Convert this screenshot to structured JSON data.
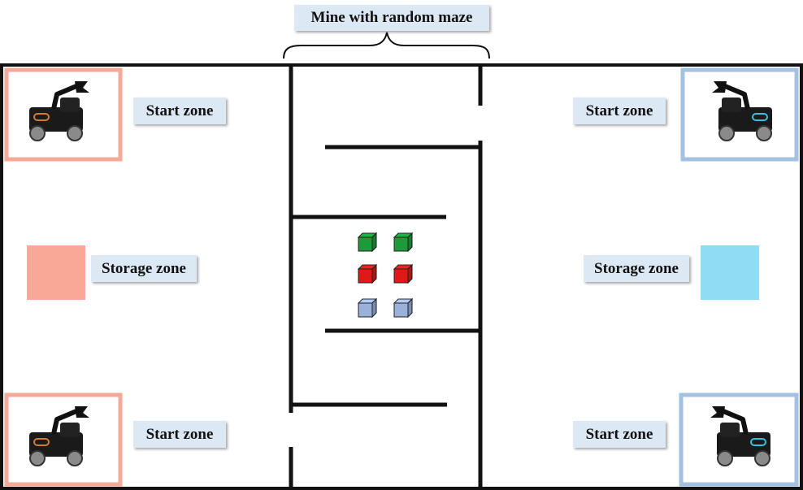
{
  "title": "Mine with random maze",
  "labels": {
    "start_tl": "Start zone",
    "start_tr": "Start zone",
    "start_bl": "Start zone",
    "start_br": "Start zone",
    "storage_left": "Storage zone",
    "storage_right": "Storage zone"
  },
  "colors": {
    "red_team": "#f6a899",
    "blue_team": "#a3c2e2",
    "storage_left": "#f9a898",
    "storage_right": "#8fdcf4",
    "cube_green": "#1e9a3a",
    "cube_red": "#e01818",
    "cube_blue": "#9ab1dc",
    "label_bg": "#dde8f5"
  },
  "icons": {
    "robot": "robot-arm-vehicle-icon",
    "cube": "cube-icon"
  }
}
